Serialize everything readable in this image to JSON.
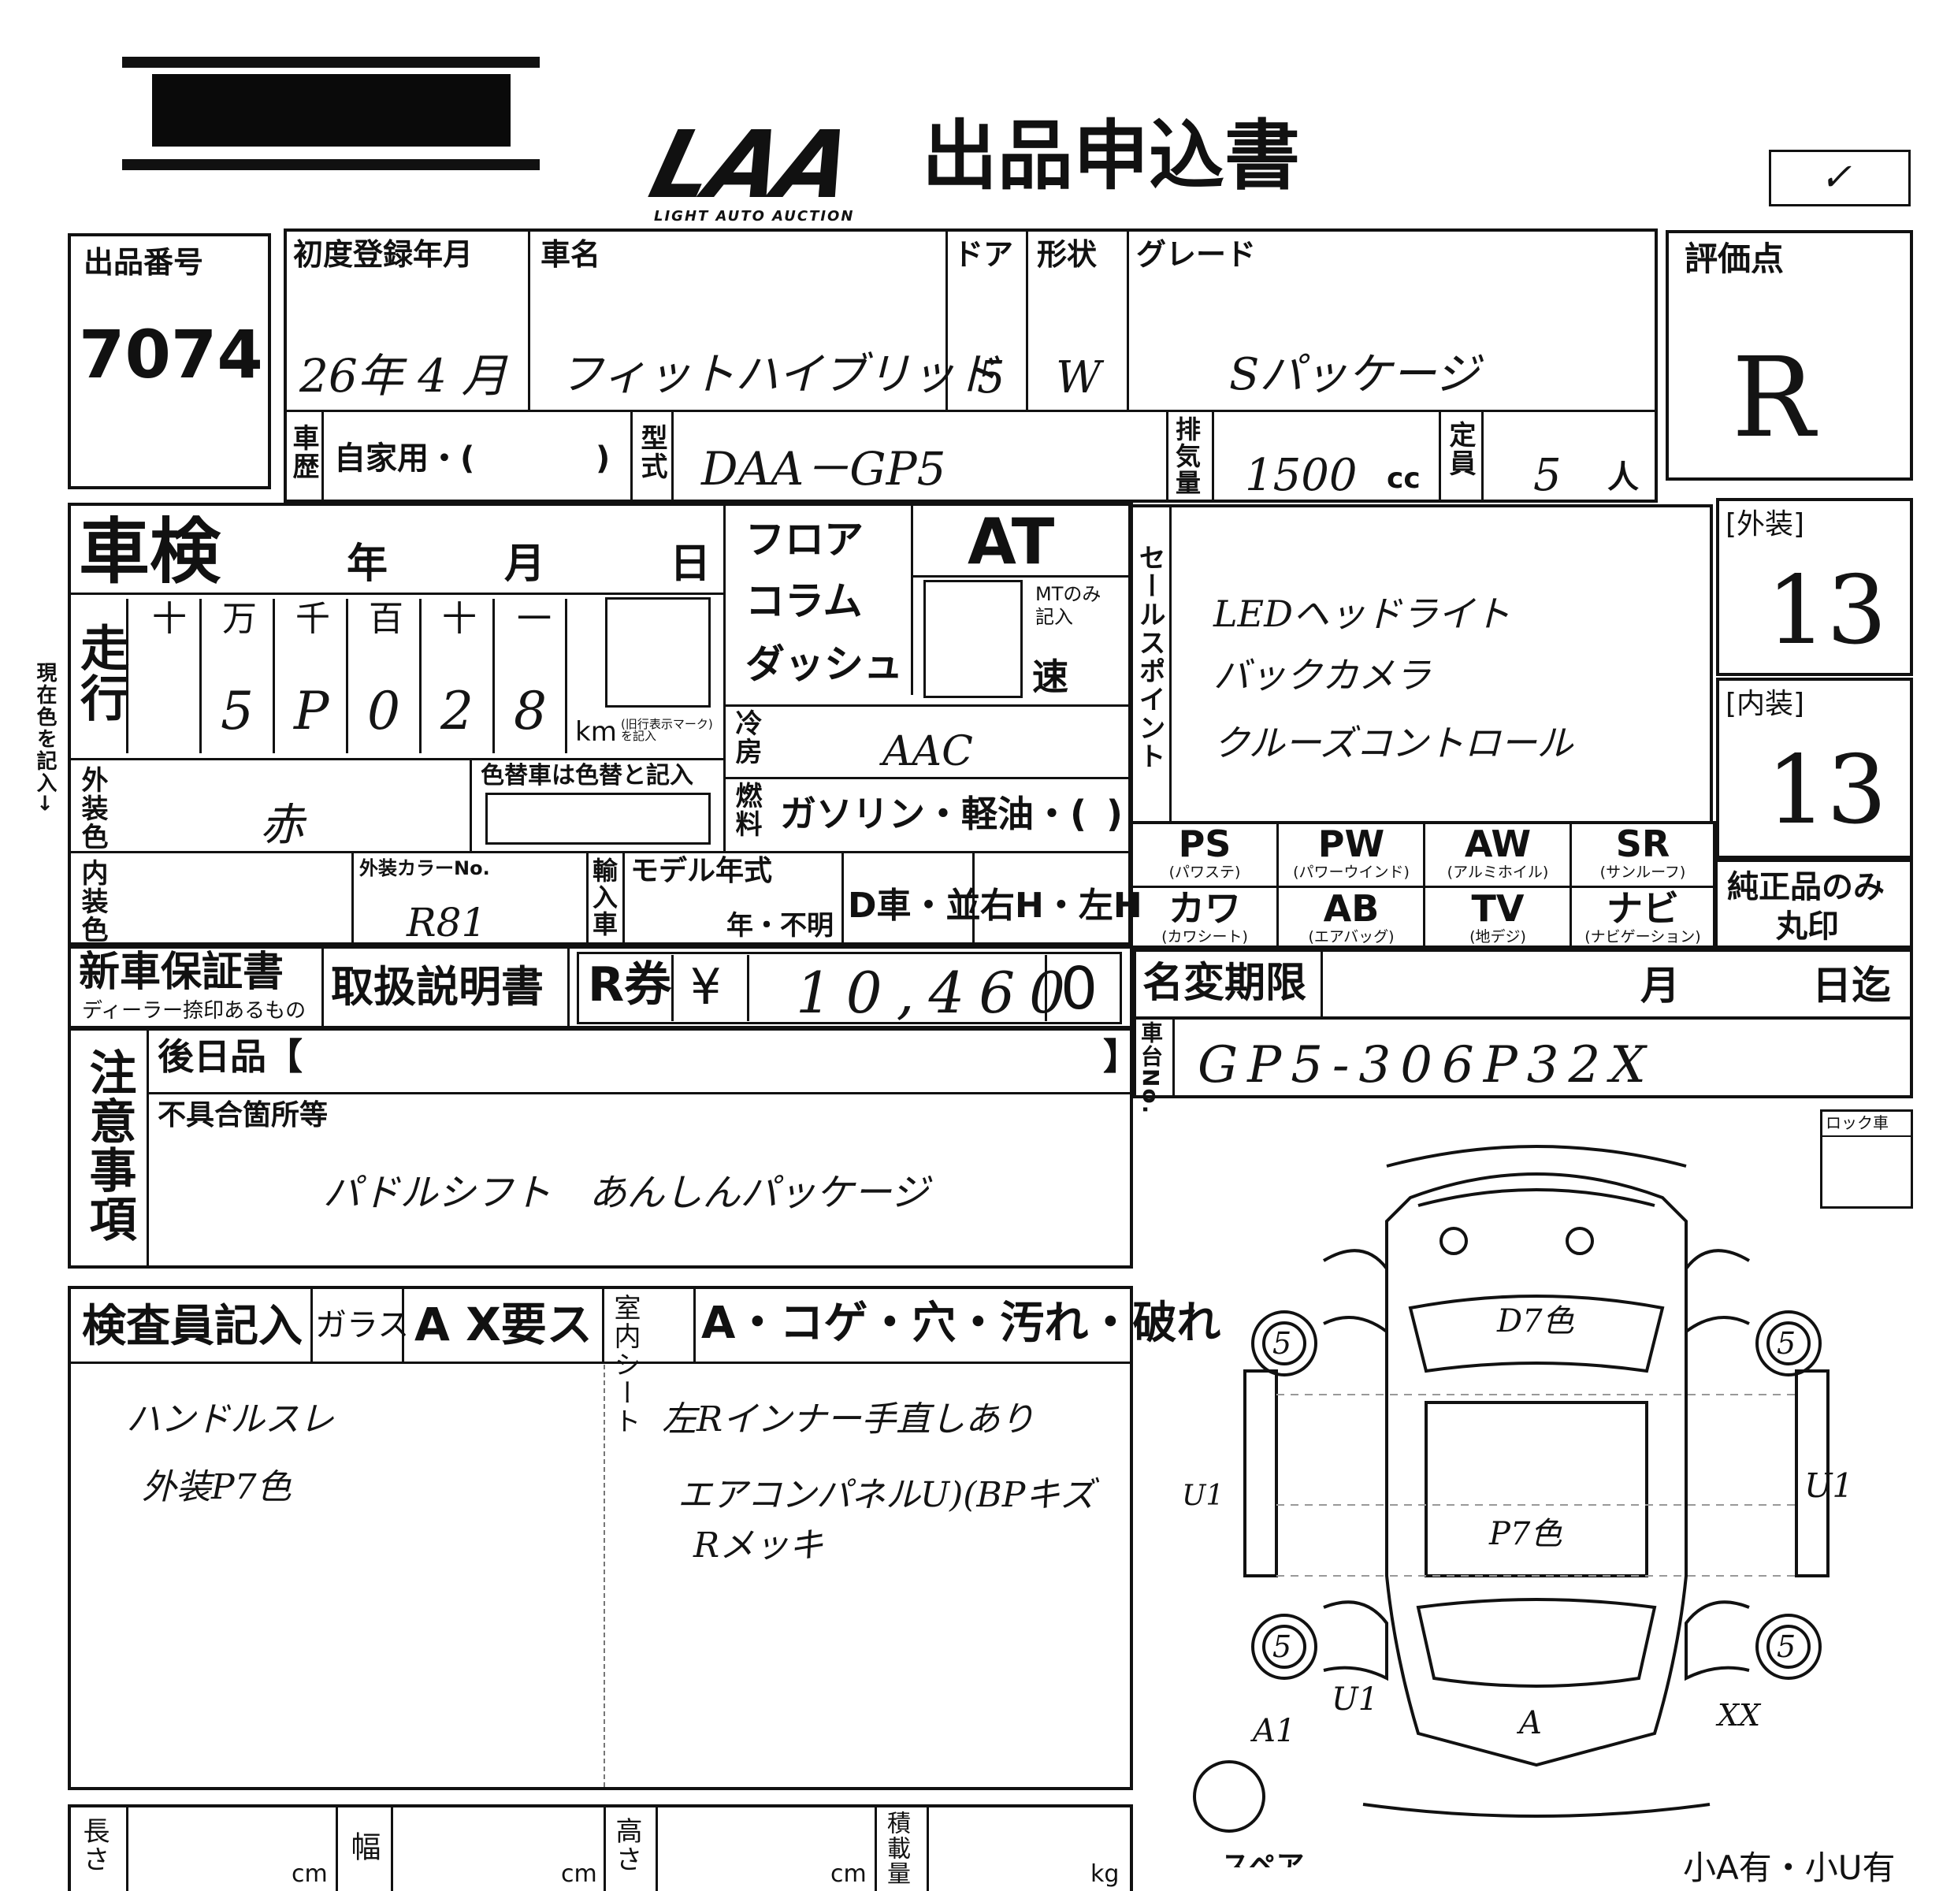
{
  "header": {
    "redacted": "",
    "logo_text": "LAA",
    "logo_sub": "LIGHT AUTO AUCTION",
    "title": "出品申込書",
    "check_mark": "✓"
  },
  "listing": {
    "label_no": "出品番号",
    "no": "7074",
    "label_reg": "初度登録年月",
    "reg": "26年 4 月",
    "label_name": "車名",
    "name": "フィットハイブリッド",
    "label_door": "ドア",
    "door": "5",
    "label_shape": "形状",
    "shape": "W",
    "label_grade": "グレード",
    "grade": "Sパッケージ",
    "label_score": "評価点",
    "score": "R"
  },
  "history": {
    "label": "車歴",
    "value": "自家用・(",
    "close": ")",
    "label_model": "型式",
    "model": "DAA－GP5",
    "label_disp": "排気量",
    "disp": "1500",
    "cc": "cc",
    "label_cap": "定員",
    "cap": "5",
    "person": "人"
  },
  "shaken": {
    "label": "車検",
    "year": "年",
    "month": "月",
    "day": "日"
  },
  "mileage": {
    "label": "走行",
    "units": [
      "十",
      "万",
      "千",
      "百",
      "十",
      "一"
    ],
    "digits": [
      "",
      "5",
      "P",
      "0",
      "2",
      "8"
    ],
    "km": "km",
    "km_note": "(旧行表示マーク)を記入",
    "side_note": "現在色を記入→"
  },
  "shift": {
    "floor": "フロア",
    "column": "コラム",
    "dash": "ダッシュ",
    "at": "AT",
    "mt_note": "MTのみ記入",
    "speed": "速"
  },
  "ac": {
    "label": "冷房",
    "value": "AAC"
  },
  "fuel": {
    "label": "燃料",
    "value": "ガソリン・軽油・(",
    "close": ")"
  },
  "exterior": {
    "label": "外装色",
    "value": "赤",
    "repaint_label": "色替車は色替と記入",
    "color_no_label": "外装カラーNo.",
    "color_no": "R81"
  },
  "interior": {
    "label": "内装色"
  },
  "import": {
    "label": "輸入車",
    "model_year_label": "モデル年式",
    "unknown": "年・不明",
    "dealer": "D車・並",
    "handle": "右H・左H"
  },
  "sales": {
    "label": "セールスポイント",
    "points": [
      "LEDヘッドライト",
      "バックカメラ",
      "クルーズコントロール"
    ]
  },
  "grades": {
    "ext_label": "[外装]",
    "ext": "13",
    "int_label": "[内装]",
    "int": "13"
  },
  "options": [
    {
      "main": "PS",
      "sub": "(パワステ)"
    },
    {
      "main": "PW",
      "sub": "(パワーウインド)"
    },
    {
      "main": "AW",
      "sub": "(アルミホイル)"
    },
    {
      "main": "SR",
      "sub": "(サンルーフ)"
    },
    {
      "main": "カワ",
      "sub": "(カワシート)"
    },
    {
      "main": "AB",
      "sub": "(エアバッグ)"
    },
    {
      "main": "TV",
      "sub": "(地デジ)"
    },
    {
      "main": "ナビ",
      "sub": "(ナビゲーション)"
    }
  ],
  "genuine": {
    "line1": "純正品のみ",
    "line2": "丸印"
  },
  "warranty": {
    "label": "新車保証書",
    "sub": "ディーラー捺印あるもの",
    "manual": "取扱説明書"
  },
  "recycle": {
    "label": "R券",
    "yen": "¥",
    "amount": "10,460",
    "zero": "0"
  },
  "name_change": {
    "label": "名変期限",
    "month": "月",
    "day": "日迄"
  },
  "chassis": {
    "label": "車台No.",
    "value": "GP5-306P32X"
  },
  "notes": {
    "label": "注意事項",
    "later_label": "後日品【",
    "later_close": "】",
    "defects_label": "不具合箇所等",
    "defects": "パドルシフト　あんしんパッケージ"
  },
  "lock": {
    "label": "ロック車"
  },
  "inspector": {
    "label": "検査員記入",
    "glass": "ガラス",
    "glass_opts": "A X要ス",
    "seat": "室内シート",
    "seat_opts": "A・コゲ・穴・汚れ・破れ",
    "left_notes": [
      "ハンドルスレ",
      "外装P7色"
    ],
    "right_notes": [
      "左Rインナー手直しあり",
      "エアコンパネルU)(BPキズ",
      "Rメッキ"
    ]
  },
  "diagram": {
    "marks": [
      "D7色",
      "P7色",
      "5",
      "5",
      "5",
      "5",
      "U1",
      "U1",
      "A",
      "A1",
      "XX",
      "U1"
    ],
    "spare": "スペア",
    "legend": "小A有・小U有"
  },
  "size": {
    "length": "長さ",
    "width": "幅",
    "height": "高さ",
    "load": "積載量",
    "cm": "cm",
    "kg": "kg"
  }
}
